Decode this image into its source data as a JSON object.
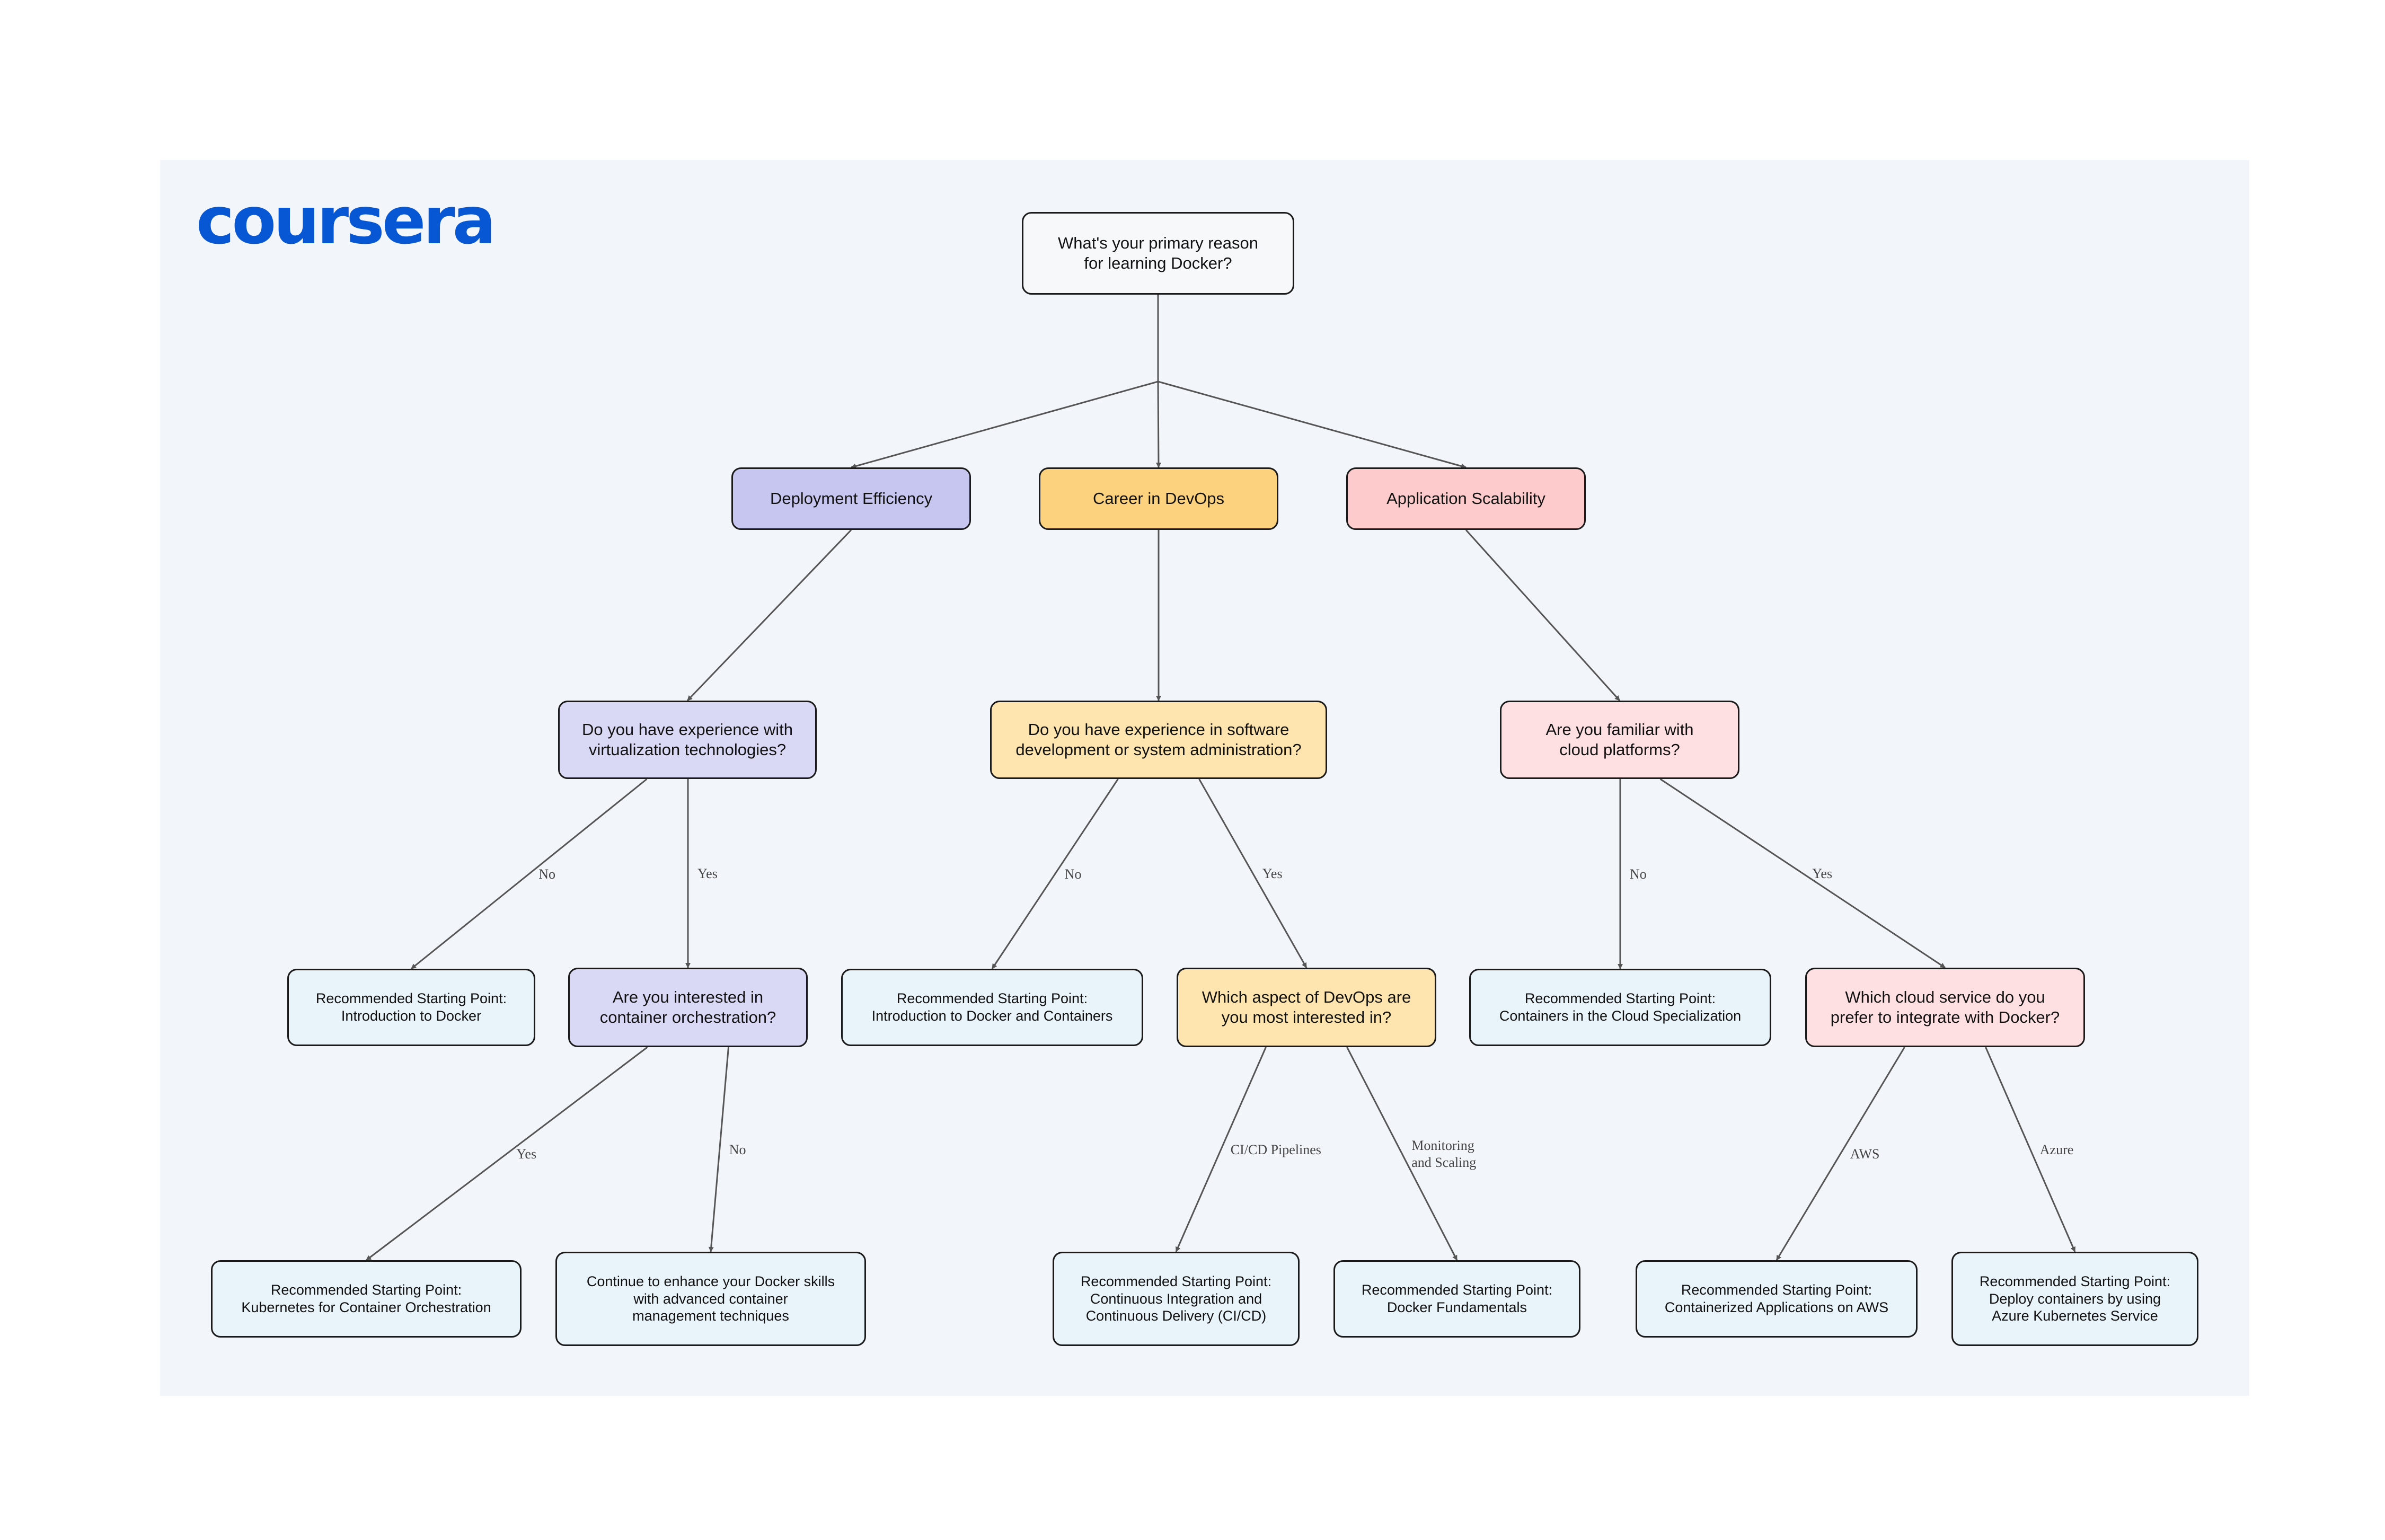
{
  "logo": {
    "text": "coursera",
    "color": "#0756d3"
  },
  "colors": {
    "edge": "#555555",
    "deployment": "#c6c6f0",
    "devops": "#fdd27e",
    "scalability": "#fdcbcb",
    "recommendation": "#e9f3fa"
  },
  "nodes": {
    "root": "What's your primary reason\nfor learning Docker?",
    "deployment": "Deployment Efficiency",
    "devops": "Career in DevOps",
    "scalability": "Application Scalability",
    "virt_q": "Do you have experience with\nvirtualization technologies?",
    "swdev_q": "Do you have experience in software\ndevelopment or system administration?",
    "cloud_q": "Are you familiar with\ncloud platforms?",
    "rec_intro_docker": "Recommended Starting Point:\nIntroduction to Docker",
    "orch_q": "Are you interested in\ncontainer orchestration?",
    "rec_intro_containers": "Recommended Starting Point:\nIntroduction to Docker and Containers",
    "aspect_q": "Which aspect of DevOps are\nyou most interested in?",
    "rec_cloud_spec": "Recommended Starting Point:\nContainers in the Cloud Specialization",
    "service_q": "Which cloud service do you\nprefer to integrate with Docker?",
    "rec_kubernetes": "Recommended Starting Point:\nKubernetes for Container Orchestration",
    "continue_advanced": "Continue to enhance your Docker skills\nwith advanced container\nmanagement techniques",
    "rec_cicd": "Recommended Starting Point:\nContinuous Integration and\nContinuous Delivery (CI/CD)",
    "rec_fundamentals": "Recommended Starting Point:\nDocker Fundamentals",
    "rec_aws": "Recommended Starting Point:\nContainerized Applications on AWS",
    "rec_azure": "Recommended Starting Point:\nDeploy containers by using\nAzure Kubernetes Service"
  },
  "edges": [
    {
      "from": "root",
      "to": "deployment",
      "label": ""
    },
    {
      "from": "root",
      "to": "devops",
      "label": ""
    },
    {
      "from": "root",
      "to": "scalability",
      "label": ""
    },
    {
      "from": "deployment",
      "to": "virt_q",
      "label": ""
    },
    {
      "from": "devops",
      "to": "swdev_q",
      "label": ""
    },
    {
      "from": "scalability",
      "to": "cloud_q",
      "label": ""
    },
    {
      "from": "virt_q",
      "to": "rec_intro_docker",
      "label": "No"
    },
    {
      "from": "virt_q",
      "to": "orch_q",
      "label": "Yes"
    },
    {
      "from": "swdev_q",
      "to": "rec_intro_containers",
      "label": "No"
    },
    {
      "from": "swdev_q",
      "to": "aspect_q",
      "label": "Yes"
    },
    {
      "from": "cloud_q",
      "to": "rec_cloud_spec",
      "label": "No"
    },
    {
      "from": "cloud_q",
      "to": "service_q",
      "label": "Yes"
    },
    {
      "from": "orch_q",
      "to": "rec_kubernetes",
      "label": "Yes"
    },
    {
      "from": "orch_q",
      "to": "continue_advanced",
      "label": "No"
    },
    {
      "from": "aspect_q",
      "to": "rec_cicd",
      "label": "CI/CD Pipelines"
    },
    {
      "from": "aspect_q",
      "to": "rec_fundamentals",
      "label": "Monitoring\nand Scaling"
    },
    {
      "from": "service_q",
      "to": "rec_aws",
      "label": "AWS"
    },
    {
      "from": "service_q",
      "to": "rec_azure",
      "label": "Azure"
    }
  ]
}
